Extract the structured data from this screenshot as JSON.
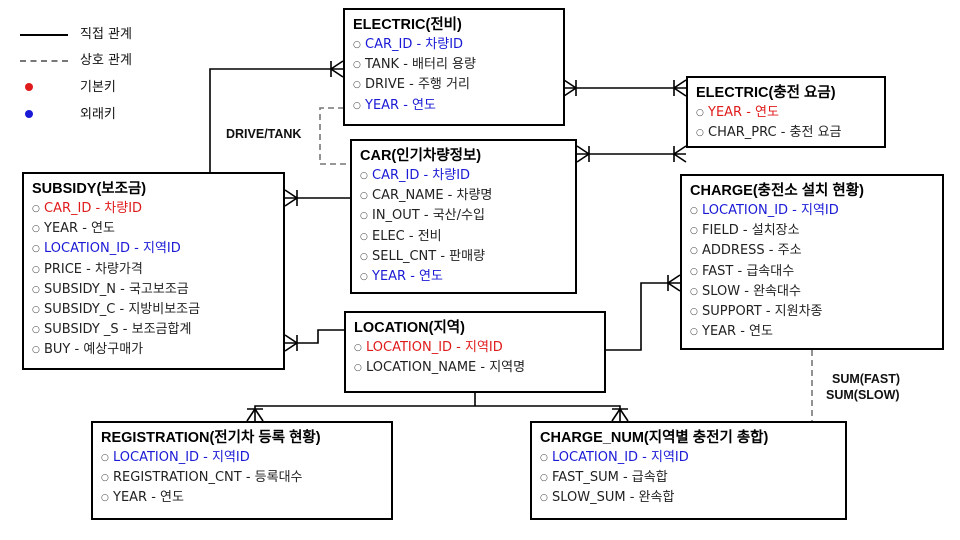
{
  "legend": {
    "direct": {
      "label": "직접 관계"
    },
    "indirect": {
      "label": "상호 관계"
    },
    "primary_key": {
      "label": "기본키",
      "color": "#e01b1b"
    },
    "foreign_key": {
      "label": "외래키",
      "color": "#1a1ad6"
    }
  },
  "colors": {
    "primary": "#e01b1b",
    "foreign": "#1a1ad6",
    "plain": "#222222",
    "line": "#000000",
    "dashed": "#777777"
  },
  "entities": {
    "electric": {
      "title": "ELECTRIC(전비)",
      "attrs": [
        {
          "text": "CAR_ID - 차량ID",
          "role": "foreign"
        },
        {
          "text": "TANK - 배터리 용량",
          "role": "plain"
        },
        {
          "text": "DRIVE - 주행 거리",
          "role": "plain"
        },
        {
          "text": "YEAR - 연도",
          "role": "foreign"
        }
      ]
    },
    "electric_price": {
      "title": "ELECTRIC(충전 요금)",
      "attrs": [
        {
          "text": "YEAR - 연도",
          "role": "primary"
        },
        {
          "text": "CHAR_PRC - 충전 요금",
          "role": "plain"
        }
      ]
    },
    "car": {
      "title": "CAR(인기차량정보)",
      "attrs": [
        {
          "text": "CAR_ID - 차량ID",
          "role": "foreign"
        },
        {
          "text": "CAR_NAME - 차량명",
          "role": "plain"
        },
        {
          "text": "IN_OUT - 국산/수입",
          "role": "plain"
        },
        {
          "text": "ELEC - 전비",
          "role": "plain"
        },
        {
          "text": "SELL_CNT - 판매량",
          "role": "plain"
        },
        {
          "text": "YEAR - 연도",
          "role": "foreign"
        }
      ]
    },
    "subsidy": {
      "title": "SUBSIDY(보조금)",
      "attrs": [
        {
          "text": "CAR_ID - 차량ID",
          "role": "primary"
        },
        {
          "text": "YEAR - 연도",
          "role": "plain"
        },
        {
          "text": "LOCATION_ID - 지역ID",
          "role": "foreign"
        },
        {
          "text": "PRICE - 차량가격",
          "role": "plain"
        },
        {
          "text": "SUBSIDY_N - 국고보조금",
          "role": "plain"
        },
        {
          "text": "SUBSIDY_C - 지방비보조금",
          "role": "plain"
        },
        {
          "text": "SUBSIDY _S - 보조금합계",
          "role": "plain"
        },
        {
          "text": "BUY - 예상구매가",
          "role": "plain"
        }
      ]
    },
    "charge": {
      "title": "CHARGE(충전소 설치 현황)",
      "attrs": [
        {
          "text": "LOCATION_ID - 지역ID",
          "role": "foreign"
        },
        {
          "text": "FIELD - 설치장소",
          "role": "plain"
        },
        {
          "text": "ADDRESS - 주소",
          "role": "plain"
        },
        {
          "text": "FAST - 급속대수",
          "role": "plain"
        },
        {
          "text": "SLOW - 완속대수",
          "role": "plain"
        },
        {
          "text": "SUPPORT - 지원차종",
          "role": "plain"
        },
        {
          "text": "YEAR - 연도",
          "role": "plain"
        }
      ]
    },
    "location": {
      "title": "LOCATION(지역)",
      "attrs": [
        {
          "text": "LOCATION_ID - 지역ID",
          "role": "primary"
        },
        {
          "text": "LOCATION_NAME - 지역명",
          "role": "plain"
        }
      ]
    },
    "registration": {
      "title": "REGISTRATION(전기차 등록 현황)",
      "attrs": [
        {
          "text": "LOCATION_ID - 지역ID",
          "role": "foreign"
        },
        {
          "text": "REGISTRATION_CNT - 등록대수",
          "role": "plain"
        },
        {
          "text": "YEAR - 연도",
          "role": "plain"
        }
      ]
    },
    "charge_num": {
      "title": "CHARGE_NUM(지역별 충전기 총합)",
      "attrs": [
        {
          "text": "LOCATION_ID - 지역ID",
          "role": "foreign"
        },
        {
          "text": "FAST_SUM - 급속합",
          "role": "plain"
        },
        {
          "text": "SLOW_SUM - 완속합",
          "role": "plain"
        }
      ]
    }
  },
  "relation_labels": {
    "drive_tank": "DRIVE/TANK",
    "sum_fast": "SUM(FAST)",
    "sum_slow": "SUM(SLOW)"
  }
}
